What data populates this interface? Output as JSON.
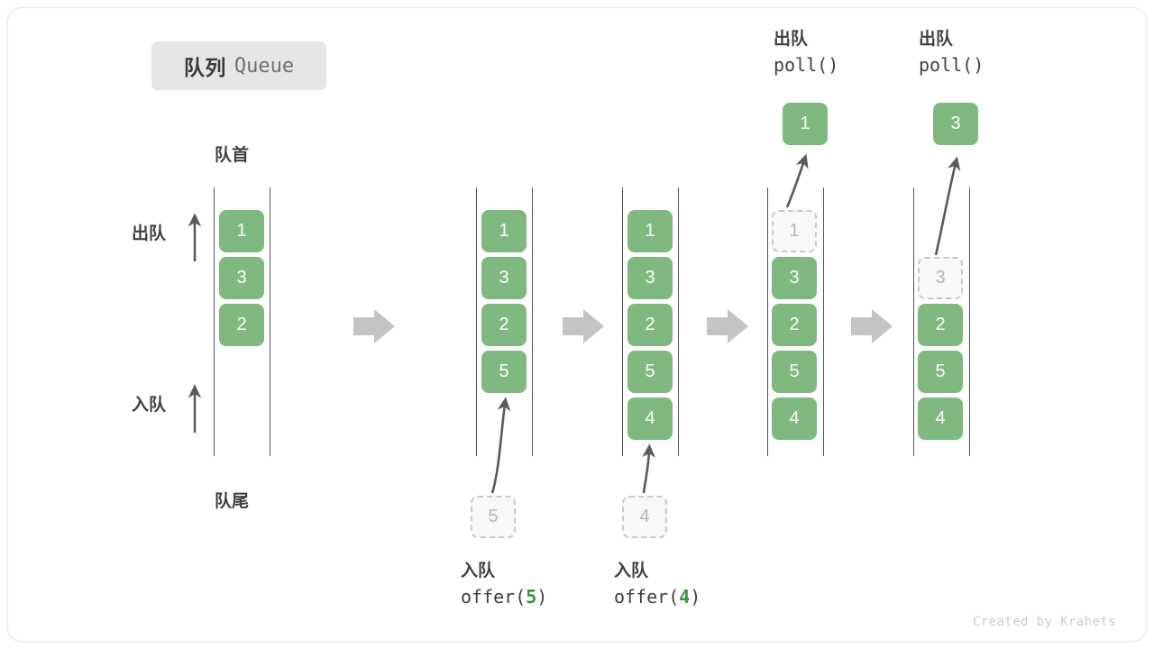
{
  "title": {
    "cn": "队列",
    "en": "Queue"
  },
  "labels": {
    "head": "队首",
    "tail": "队尾",
    "dequeue": "出队",
    "enqueue": "入队"
  },
  "colors": {
    "cell_fill": "#7fb97f",
    "cell_text": "#ffffff",
    "ghost_fill": "#f8f8f8",
    "ghost_border": "#c9c9c9",
    "ghost_text": "#b6b6b6",
    "rail": "#555555",
    "step_arrow": "#c4c4c4",
    "motion_arrow": "#5a5a5a",
    "label_text": "#3f3f3f",
    "code_arg": "#3d9140",
    "chip_bg": "#e6e6e6",
    "credit": "#cccccc"
  },
  "columns": [
    {
      "id": "initial",
      "cells": [
        "1",
        "3",
        "2"
      ],
      "ghost": null,
      "output": null,
      "caption_cn": null,
      "caption_code": null,
      "caption_arg": null,
      "pending": null
    },
    {
      "id": "after-offer-5",
      "cells": [
        "1",
        "3",
        "2",
        "5"
      ],
      "ghost": null,
      "output": null,
      "caption_cn": "入队",
      "caption_code_prefix": "offer(",
      "caption_arg": "5",
      "caption_code_suffix": ")",
      "pending": "5"
    },
    {
      "id": "after-offer-4",
      "cells": [
        "1",
        "3",
        "2",
        "5",
        "4"
      ],
      "ghost": null,
      "output": null,
      "caption_cn": "入队",
      "caption_code_prefix": "offer(",
      "caption_arg": "4",
      "caption_code_suffix": ")",
      "pending": "4"
    },
    {
      "id": "after-poll-1",
      "cells": [
        "3",
        "2",
        "5",
        "4"
      ],
      "ghost": "1",
      "output": "1",
      "caption_cn": "出队",
      "caption_code_prefix": "poll()",
      "caption_arg": "",
      "caption_code_suffix": "",
      "pending": null
    },
    {
      "id": "after-poll-3",
      "cells": [
        "2",
        "5",
        "4"
      ],
      "ghost": "3",
      "output": "3",
      "caption_cn": "出队",
      "caption_code_prefix": "poll()",
      "caption_arg": "",
      "caption_code_suffix": "",
      "pending": null
    }
  ],
  "step_arrows": 4,
  "credit": "Created by Krahets"
}
